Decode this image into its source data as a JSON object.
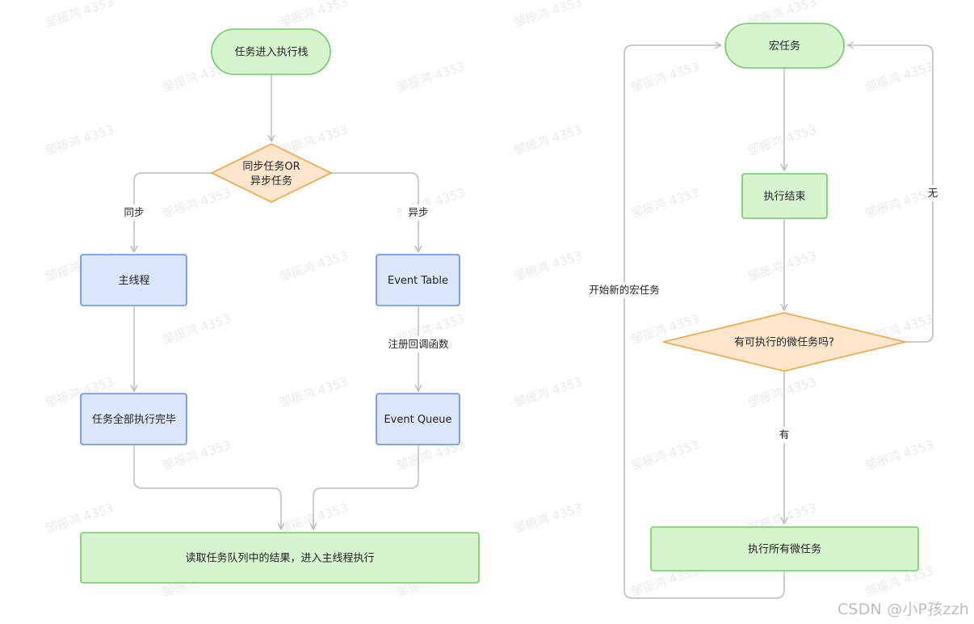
{
  "colors": {
    "pill_fill": "#d6f5cf",
    "pill_stroke": "#6ecb63",
    "process_fill": "#dce6fb",
    "process_stroke": "#5b8def",
    "decision_fill": "#fde6cc",
    "decision_stroke": "#f2a343",
    "edge": "#bcbcbc",
    "text": "#222222"
  },
  "left_flow": {
    "start": "任务进入执行栈",
    "decision": [
      "同步任务OR",
      "异步任务"
    ],
    "sync_label": "同步",
    "async_label": "异步",
    "main_thread": "主线程",
    "event_table": "Event Table",
    "register_label": "注册回调函数",
    "all_done": "任务全部执行完毕",
    "event_queue": "Event Queue",
    "read_queue": "读取任务队列中的结果，进入主线程执行"
  },
  "right_flow": {
    "macro_task": "宏任务",
    "exec_end": "执行结束",
    "decision": "有可执行的微任务吗?",
    "none_label": "无",
    "yes_label": "有",
    "run_micro": "执行所有微任务",
    "new_macro_label": "开始新的宏任务"
  },
  "watermark": "邹振鸿 4353",
  "source_credit": "CSDN @小P孩zzh"
}
